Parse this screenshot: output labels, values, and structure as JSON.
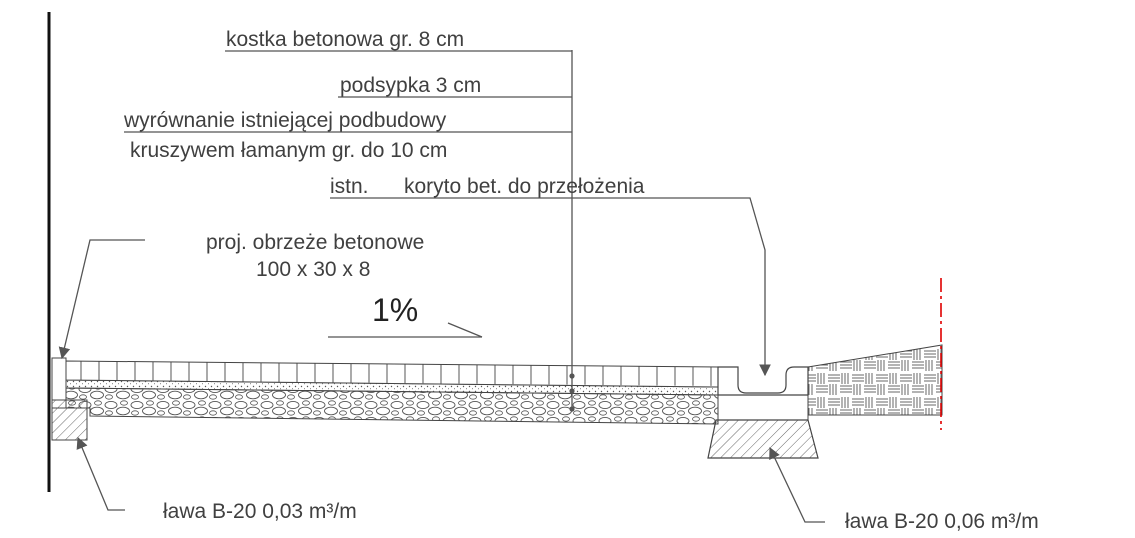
{
  "labels": {
    "kostka": "kostka betonowa gr. 8 cm",
    "podsypka": "podsypka 3 cm",
    "wyrownanie": "wyrównanie istniejącej podbudowy",
    "kruszywo": "kruszywem łamanym gr. do 10 cm",
    "istn": "istn.",
    "koryto": "koryto bet. do przełożenia",
    "obrzeze1": "proj. obrzeże betonowe",
    "obrzeze2": "100 x 30 x 8",
    "slope": "1%",
    "lawa_left": "ława B-20 0,03 m³/m",
    "lawa_right": "ława B-20 0,06 m³/m"
  },
  "colors": {
    "line": "#555555",
    "text": "#404040",
    "axis": "#e00000"
  }
}
